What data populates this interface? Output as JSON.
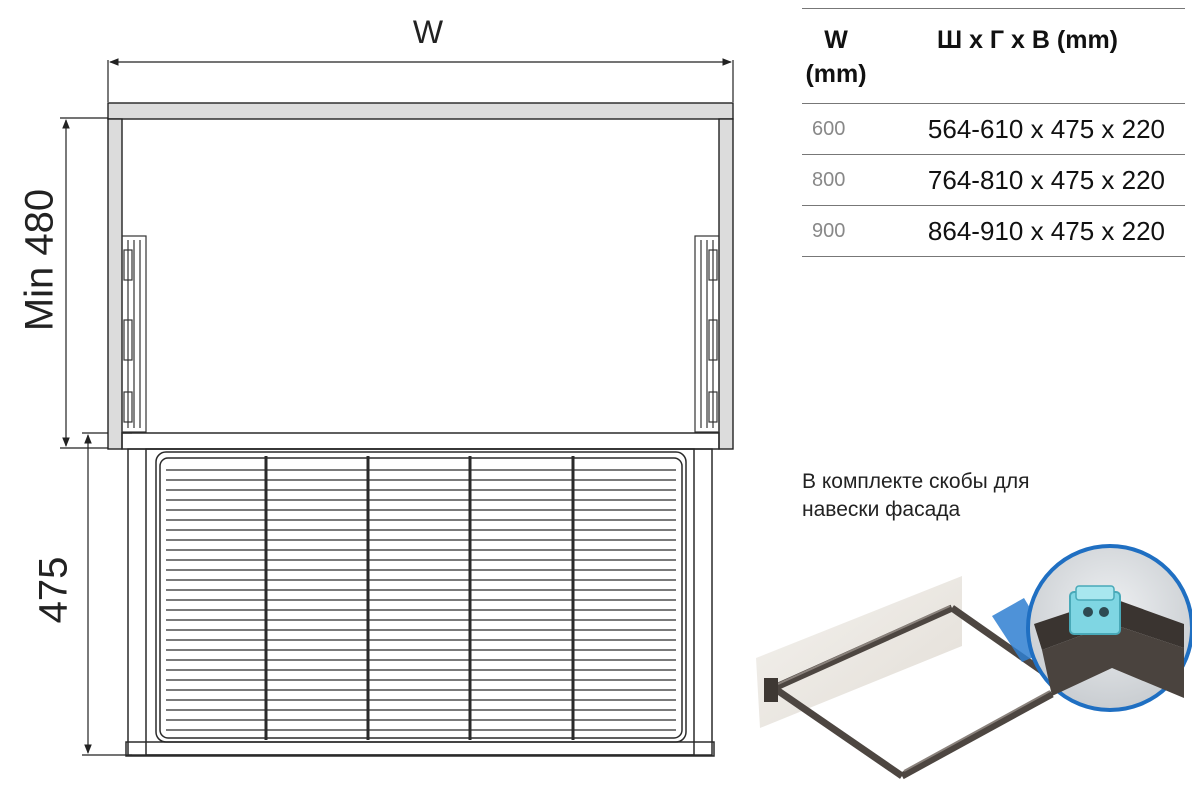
{
  "drawing": {
    "width_label": "W",
    "min_height_label": "Min 480",
    "depth_label": "475"
  },
  "spec_table": {
    "headers": {
      "w": "W\n(mm)",
      "dims": "Ш x Г x В (mm)"
    },
    "rows": [
      {
        "w": "600",
        "dims": "564-610 x 475 x 220"
      },
      {
        "w": "800",
        "dims": "764-810 x 475 x 220"
      },
      {
        "w": "900",
        "dims": "864-910 x 475 x 220"
      }
    ]
  },
  "note": {
    "line1": "В комплекте скобы для",
    "line2": "навески фасада"
  },
  "colors": {
    "frame_fill": "#dcdcdc",
    "line": "#2a2a2a",
    "table_rule": "#777777",
    "photo_bracket": "#7fd6e3",
    "photo_frame": "#5a524d"
  },
  "icons": {
    "mounting_photo": "pull-out-frame-with-bracket-icon"
  }
}
